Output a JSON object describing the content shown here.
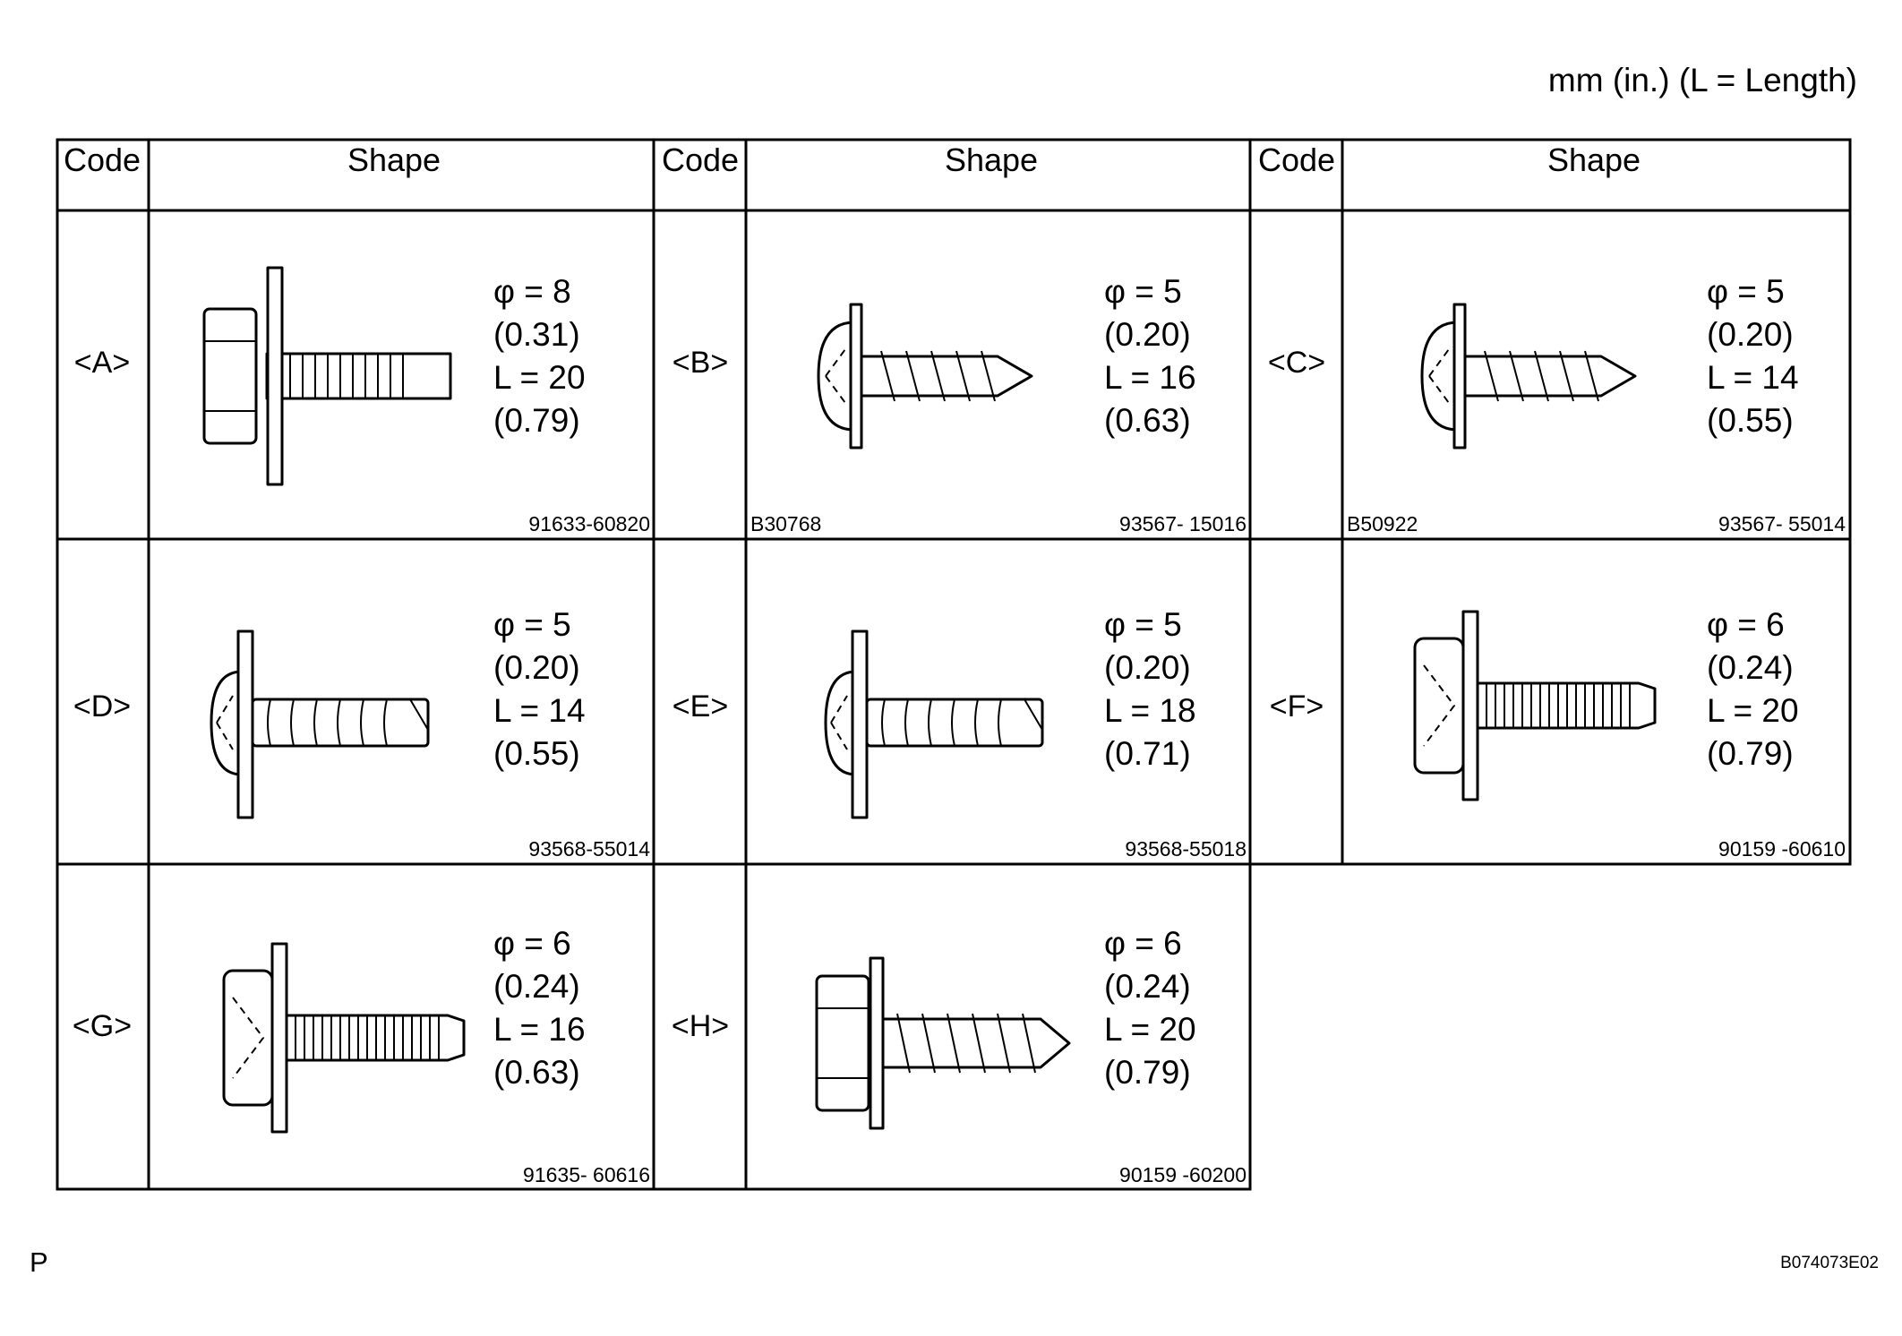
{
  "units_note": "mm (in.) (L = Length)",
  "header": {
    "code_label": "Code",
    "shape_label": "Shape"
  },
  "fasteners": [
    {
      "code": "<A>",
      "diameter": "φ = 8",
      "diameter_in": "(0.31)",
      "length": "L = 20",
      "length_in": "(0.79)",
      "part_number": "91633-60820",
      "ref": "",
      "icon": "hex-bolt-with-washer-icon"
    },
    {
      "code": "<B>",
      "diameter": "φ = 5",
      "diameter_in": "(0.20)",
      "length": "L = 16",
      "length_in": "(0.63)",
      "part_number": "93567- 15016",
      "ref": "B30768",
      "icon": "pan-head-tapping-screw-icon"
    },
    {
      "code": "<C>",
      "diameter": "φ = 5",
      "diameter_in": "(0.20)",
      "length": "L = 14",
      "length_in": "(0.55)",
      "part_number": "93567- 55014",
      "ref": "B50922",
      "icon": "pan-head-tapping-screw-icon"
    },
    {
      "code": "<D>",
      "diameter": "φ = 5",
      "diameter_in": "(0.20)",
      "length": "L = 14",
      "length_in": "(0.55)",
      "part_number": "93568-55014",
      "ref": "",
      "icon": "pan-head-screw-with-washer-icon"
    },
    {
      "code": "<E>",
      "diameter": "φ = 5",
      "diameter_in": "(0.20)",
      "length": "L = 18",
      "length_in": "(0.71)",
      "part_number": "93568-55018",
      "ref": "",
      "icon": "pan-head-screw-with-washer-icon"
    },
    {
      "code": "<F>",
      "diameter": "φ = 6",
      "diameter_in": "(0.24)",
      "length": "L = 20",
      "length_in": "(0.79)",
      "part_number": "90159 -60610",
      "ref": "",
      "icon": "hex-washer-head-bolt-icon"
    },
    {
      "code": "<G>",
      "diameter": "φ = 6",
      "diameter_in": "(0.24)",
      "length": "L = 16",
      "length_in": "(0.63)",
      "part_number": "91635- 60616",
      "ref": "",
      "icon": "hex-washer-head-bolt-icon"
    },
    {
      "code": "<H>",
      "diameter": "φ = 6",
      "diameter_in": "(0.24)",
      "length": "L = 20",
      "length_in": "(0.79)",
      "part_number": "90159 -60200",
      "ref": "",
      "icon": "hex-tapping-screw-with-washer-icon"
    }
  ],
  "footer": {
    "page_letter": "P",
    "image_code": "B074073E02"
  }
}
